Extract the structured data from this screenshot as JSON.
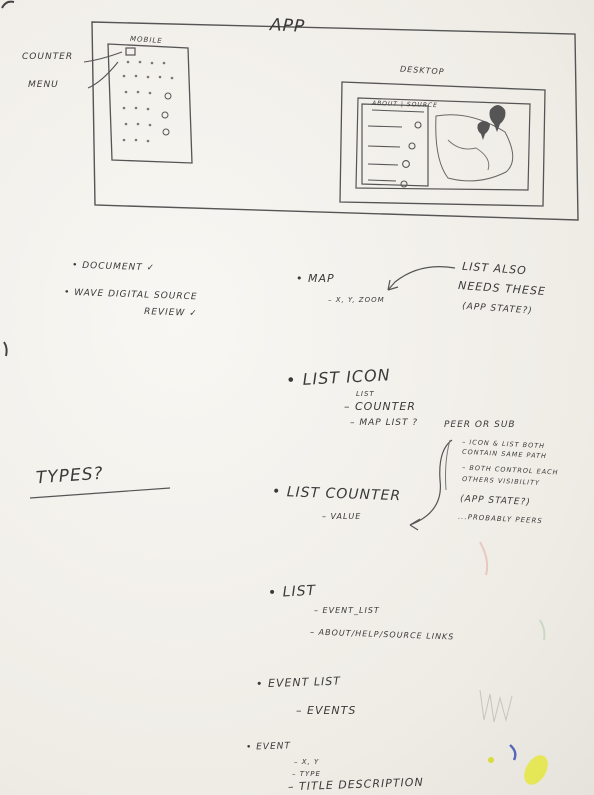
{
  "sketch": {
    "title": "APP",
    "mobile_label": "MOBILE",
    "desktop_label": "DESKTOP",
    "counter_label": "COUNTER",
    "menu_label": "MENU",
    "about_label": "ABOUT | SOURCE"
  },
  "notes_left": [
    "• DOCUMENT ✓",
    "• WAVE DIGITAL SOURCE",
    "REVIEW ✓"
  ],
  "notes_map": {
    "title": "• MAP",
    "sub": "– X, Y, ZOOM",
    "side": [
      "LIST ALSO",
      "NEEDS THESE",
      "(APP STATE?)"
    ]
  },
  "types_label": "TYPES?",
  "list_icon": {
    "title": "• LIST ICON",
    "items": [
      "LIST",
      "– COUNTER",
      "– MAP LIST ?"
    ],
    "peer": "PEER OR SUB"
  },
  "side_notes": [
    "– ICON & LIST BOTH",
    "CONTAIN SAME PATH",
    "– BOTH CONTROL EACH",
    "OTHERS VISIBILITY",
    "(APP STATE?)",
    "...PROBABLY PEERS"
  ],
  "list_counter": {
    "title": "• LIST COUNTER",
    "sub": "– VALUE"
  },
  "list": {
    "title": "• LIST",
    "items": [
      "– EVENT_LIST",
      "– ABOUT/HELP/SOURCE LINKS"
    ]
  },
  "event_list": {
    "title": "• EVENT LIST",
    "items": [
      "– EVENTS"
    ]
  },
  "event": {
    "title": "• EVENT",
    "items": [
      "– X, Y",
      "– TYPE",
      "– TITLE  DESCRIPTION"
    ]
  }
}
